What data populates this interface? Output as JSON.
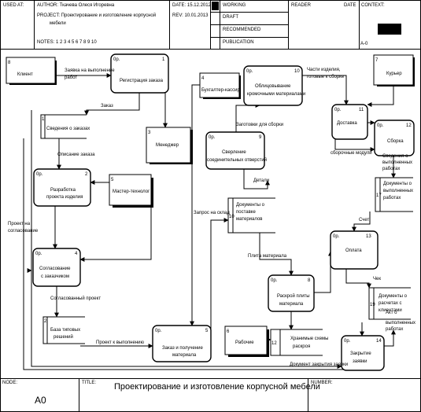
{
  "header": {
    "used_at_label": "USED AT:",
    "author": "AUTHOR:  Ткачева Олеся Игоревна",
    "project": "PROJECT:  Проектирование и изготовление корпусной",
    "project_line2": "мебели",
    "date": "DATE:  15.12.2012",
    "rev": "REV:    10.01.2013",
    "notes": "NOTES:  1  2  3  4  5  6  7  8  9  10",
    "working": "WORKING",
    "draft": "DRAFT",
    "recommended": "RECOMMENDED",
    "publication": "PUBLICATION",
    "reader": "READER",
    "reader_date": "DATE",
    "context": "CONTEXT:",
    "context_node": "A-0"
  },
  "footer": {
    "node_label": "NODE:",
    "node_value": "A0",
    "title_label": "TITLE:",
    "title_value": "Проектирование и изготовление  корпусной мебели",
    "number_label": "NUMBER:"
  },
  "externals": [
    {
      "num": "8",
      "label": "Клиент"
    },
    {
      "num": "7",
      "label": "Курьер"
    },
    {
      "num": "4",
      "label": "Бухгалтер-кассир"
    },
    {
      "num": "3",
      "label": "Менеджер"
    },
    {
      "num": "5",
      "label": "Мастер-технолог"
    },
    {
      "num": "6",
      "label": "Рабочие"
    }
  ],
  "processes": [
    {
      "num": "1",
      "op": "0р.",
      "lines": [
        "Регистрация заказа"
      ]
    },
    {
      "num": "2",
      "op": "0р.",
      "lines": [
        "Разработка",
        "проекта изделия"
      ]
    },
    {
      "num": "4",
      "op": "0р.",
      "lines": [
        "Согласование",
        "с заказчиком"
      ]
    },
    {
      "num": "5",
      "op": "0р.",
      "lines": [
        "Заказ и получение",
        "материала"
      ]
    },
    {
      "num": "10",
      "op": "0р.",
      "lines": [
        "Облицовывание",
        "кромочными материалами"
      ]
    },
    {
      "num": "9",
      "op": "0р.",
      "lines": [
        "Сверление",
        "соединительных отверстий"
      ]
    },
    {
      "num": "8",
      "op": "0р.",
      "lines": [
        "Раскрой плиты",
        "материала"
      ]
    },
    {
      "num": "11",
      "op": "0р.",
      "lines": [
        "Доставка"
      ]
    },
    {
      "num": "12",
      "op": "0р.",
      "lines": [
        "Сборка"
      ]
    },
    {
      "num": "13",
      "op": "0р.",
      "lines": [
        "Оплата"
      ]
    },
    {
      "num": "14",
      "op": "0р.",
      "lines": [
        "Закрытие",
        "заявки"
      ]
    }
  ],
  "stores": [
    {
      "num": "1",
      "lines": [
        "Сведения о заказах"
      ]
    },
    {
      "num": "2",
      "lines": [
        "База типовых",
        "решений"
      ]
    },
    {
      "num": "10",
      "lines": [
        "Документы о",
        "поставке",
        "материалов"
      ]
    },
    {
      "num": "17",
      "lines": [
        "Документы о",
        "выполненных",
        "работах"
      ]
    },
    {
      "num": "19",
      "lines": [
        "Документы о",
        "расчетах с",
        "клиентами"
      ]
    },
    {
      "num": "12",
      "lines": [
        "Хранимые схемы",
        "раскроя"
      ]
    }
  ],
  "flows": [
    "Заявка на выполнение",
    "работ",
    "Заказ",
    "Описание заказа",
    "Проект на",
    "согласование",
    "Согласованный проект",
    "Проект к выполнению",
    "Запрос на склад",
    "Плита материала",
    "Детали",
    "Заготовки для сборки",
    "Части изделия,",
    "готовые к сборке",
    "сборочные модули",
    "Сведения о",
    "выполненных",
    "работах",
    "Счет",
    "Чек",
    "Акт о",
    "выполненных",
    "работах",
    "Документ закрытия заявки"
  ],
  "colors": {
    "line": "#000000",
    "header_fill": "#000000"
  }
}
